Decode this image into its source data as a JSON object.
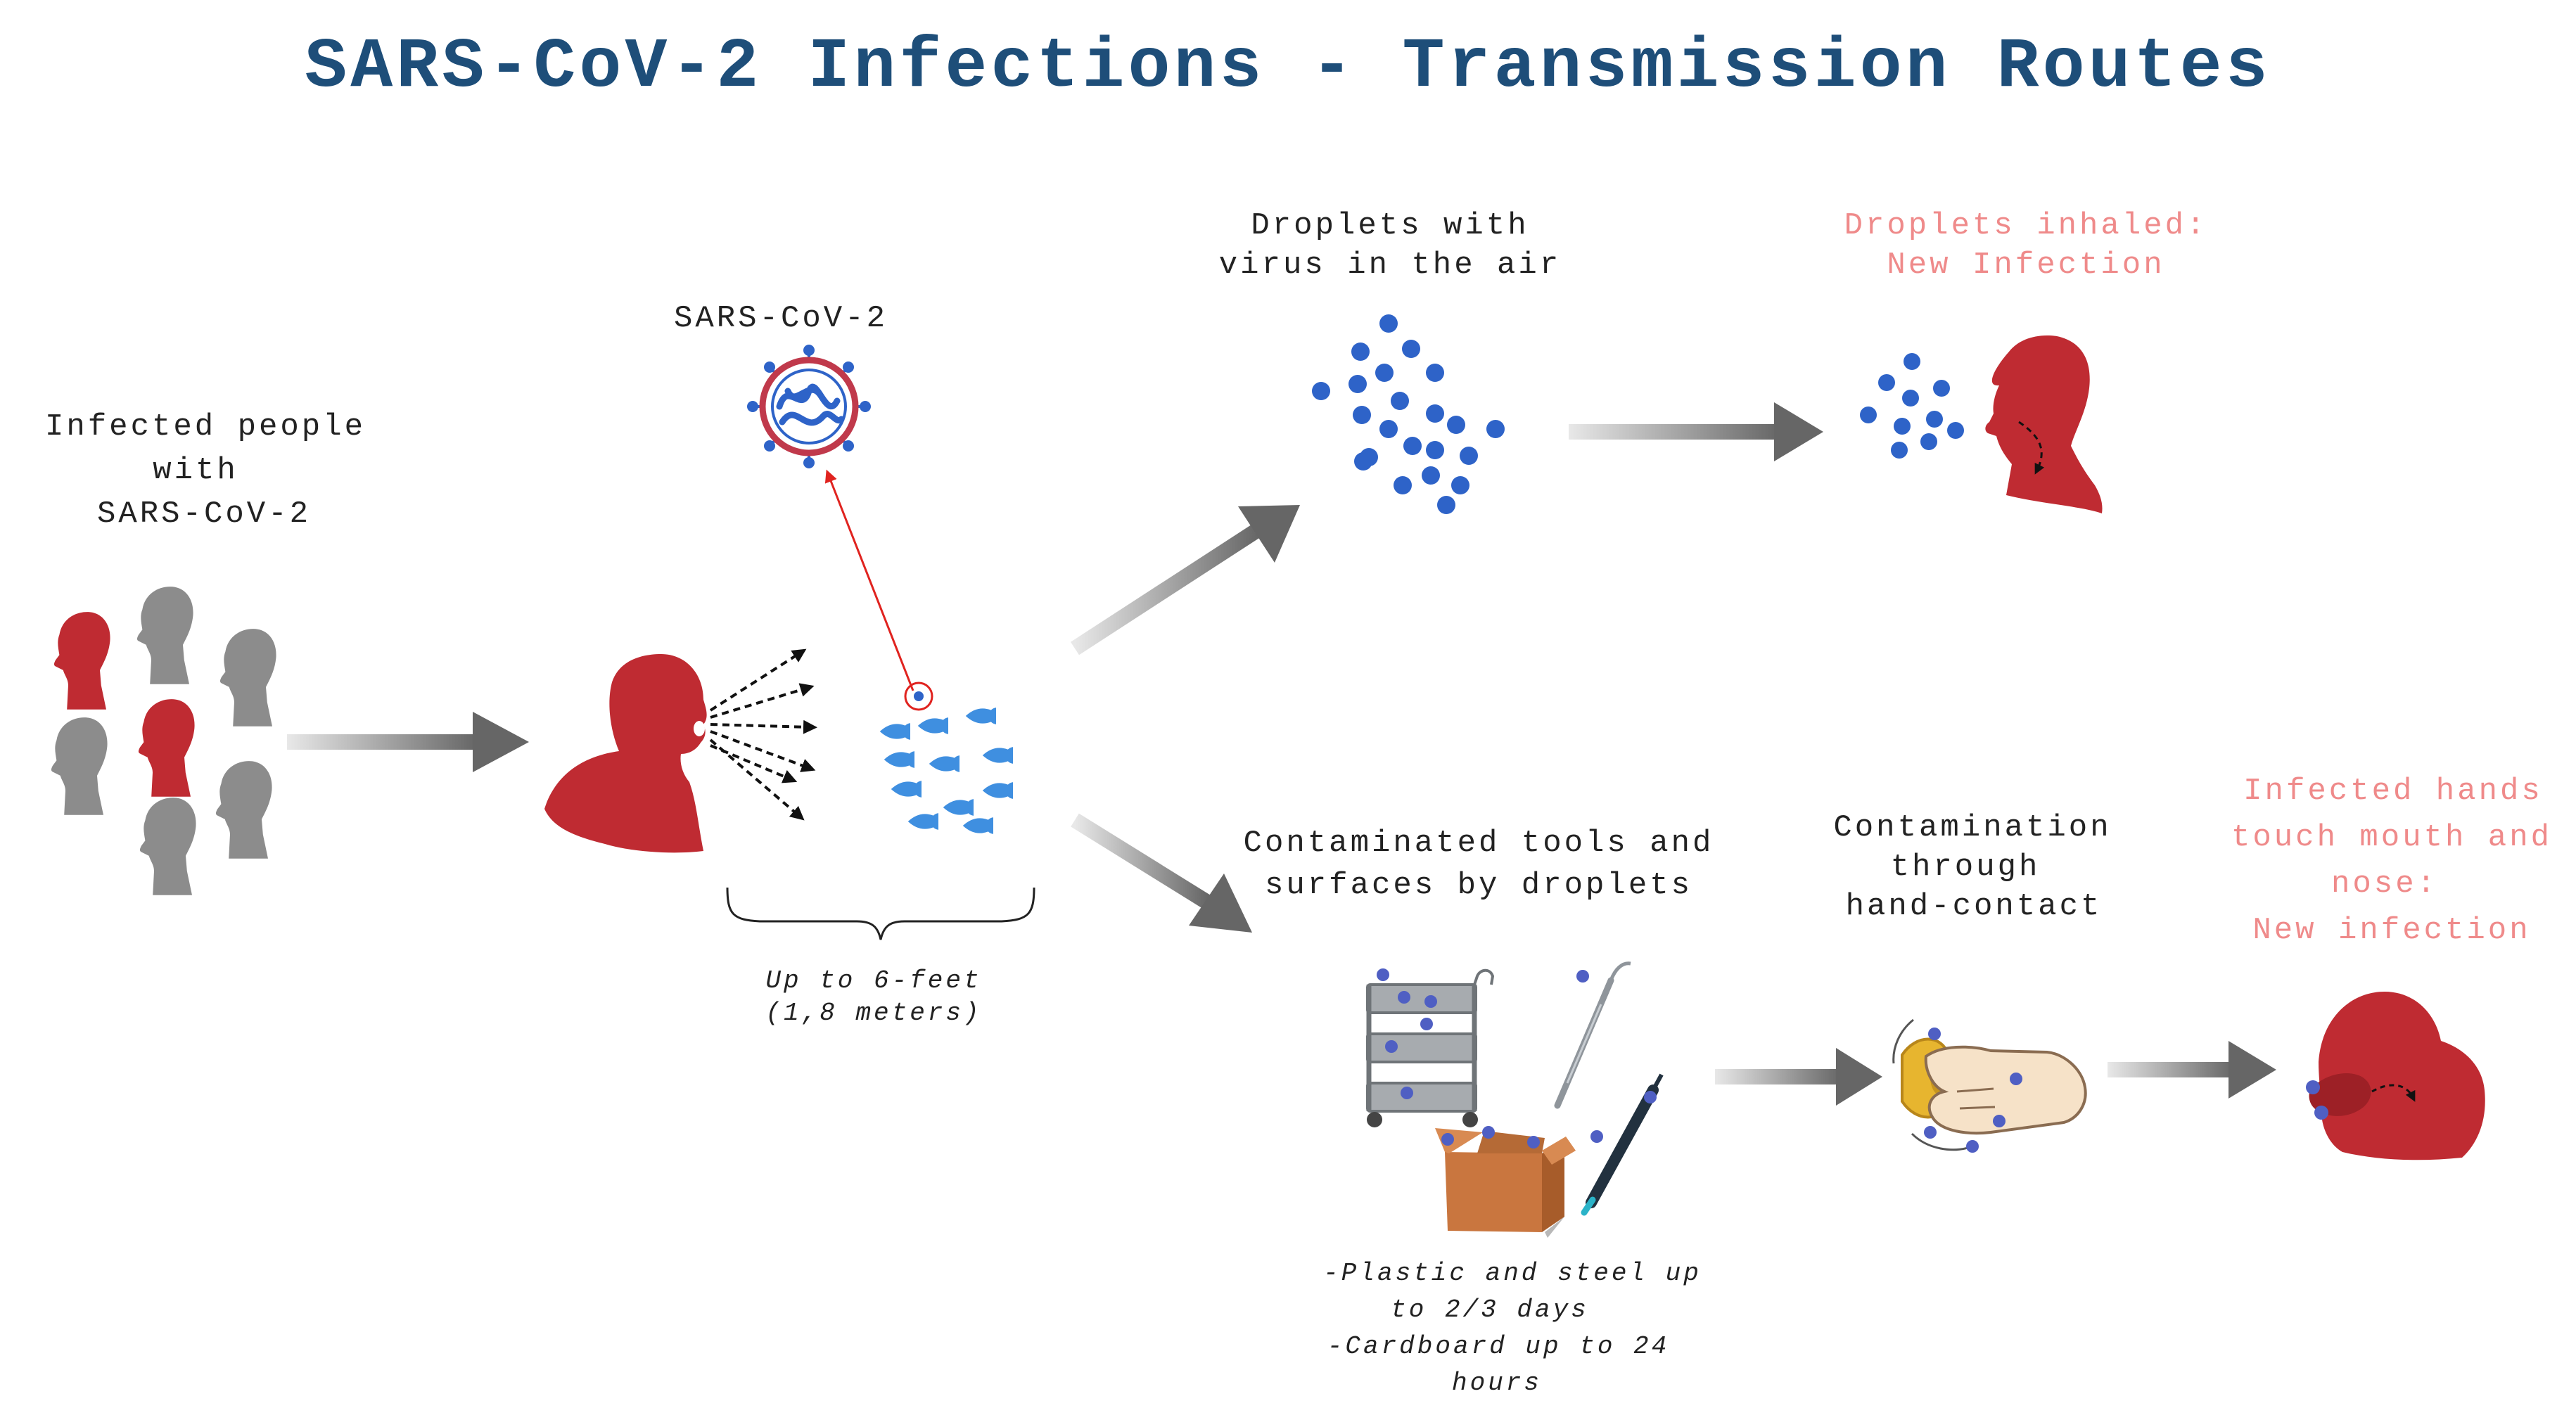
{
  "title": "SARS-CoV-2 Infections - Transmission Routes",
  "labels": {
    "infected_people": [
      "Infected people",
      "with",
      "SARS-CoV-2"
    ],
    "virus": "SARS-CoV-2",
    "droplets_air": [
      "Droplets with",
      "virus in the air"
    ],
    "inhaled": [
      "Droplets inhaled:",
      "New Infection"
    ],
    "surfaces": [
      "Contaminated tools and",
      "surfaces by droplets"
    ],
    "hand_contact": [
      "Contamination",
      "through",
      "hand-contact"
    ],
    "hands_touch": [
      "Infected hands",
      "touch mouth and",
      "nose:",
      "New infection"
    ]
  },
  "notes": {
    "distance": [
      "Up to 6-feet",
      "(1,8 meters)"
    ],
    "persistence": [
      "-Plastic and steel up",
      "to 2/3 days",
      "-Cardboard up to 24",
      "hours"
    ]
  },
  "colors": {
    "title": "#1e4e79",
    "text": "#222222",
    "accent_text": "#ef8a8a",
    "infected_red": "#bf2b32",
    "healthy_gray": "#8c8c8c",
    "virus_blue": "#2e63c8",
    "droplet_blue": "#3f8fe0",
    "arrow_gray": "#666666",
    "pointer_red": "#e0231f"
  },
  "icons": [
    "person-head-icon",
    "virus-icon",
    "droplet-icon",
    "arrow-icon",
    "service-cart-icon",
    "dental-probe-icon",
    "dental-syringe-icon",
    "cardboard-box-icon",
    "hand-doorknob-icon",
    "face-touch-icon"
  ]
}
